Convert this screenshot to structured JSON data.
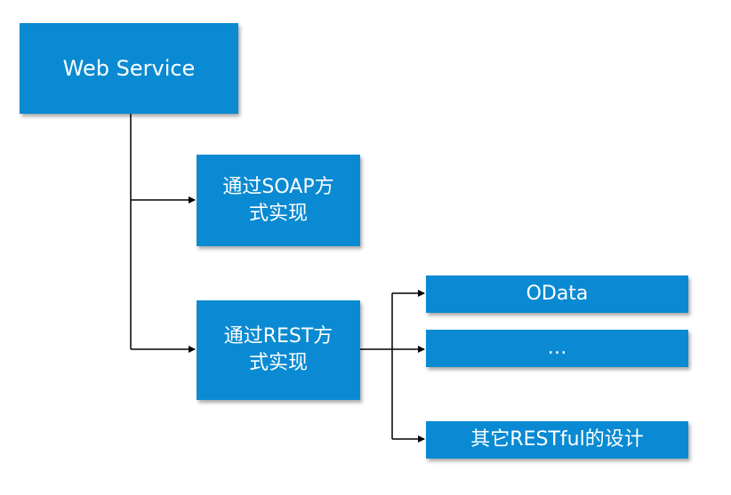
{
  "diagram": {
    "root": {
      "label": "Web Service"
    },
    "soap": {
      "label": "通过SOAP方\n式实现"
    },
    "rest": {
      "label": "通过REST方\n式实现"
    },
    "rest_children": [
      {
        "label": "OData"
      },
      {
        "label": "…"
      },
      {
        "label": "其它RESTful的设计"
      }
    ]
  },
  "colors": {
    "node_fill": "#0a8ad2",
    "node_text": "#ffffff",
    "connector": "#000000"
  }
}
